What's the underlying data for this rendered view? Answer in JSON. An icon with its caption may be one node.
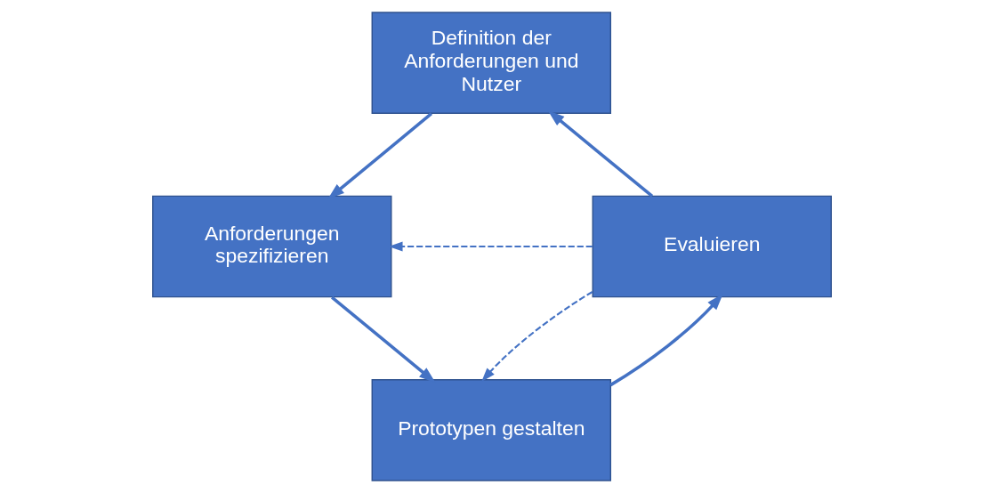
{
  "diagram": {
    "nodes": [
      {
        "text": [
          "Definition der Anforderungen und Nutzer"
        ]
      },
      {
        "text": [
          "Anforderungen spezifizieren"
        ]
      },
      {
        "text": [
          "Prototypen gestalten"
        ]
      },
      {
        "text": [
          "Evaluieren"
        ]
      }
    ],
    "edges": [
      {
        "from": 3,
        "to": 0,
        "arrow": "to"
      },
      {
        "from": 0,
        "to": 1,
        "arrow": "to"
      },
      {
        "from": 1,
        "to": 2,
        "arrow": "to"
      },
      {
        "from": 2,
        "to": 3,
        "arrow": "to"
      },
      {
        "from": 3,
        "to": 1,
        "arrow": "to",
        "style": "dashed"
      },
      {
        "from": 3,
        "to": 2,
        "arrow": "to",
        "style": "dashed"
      }
    ]
  }
}
